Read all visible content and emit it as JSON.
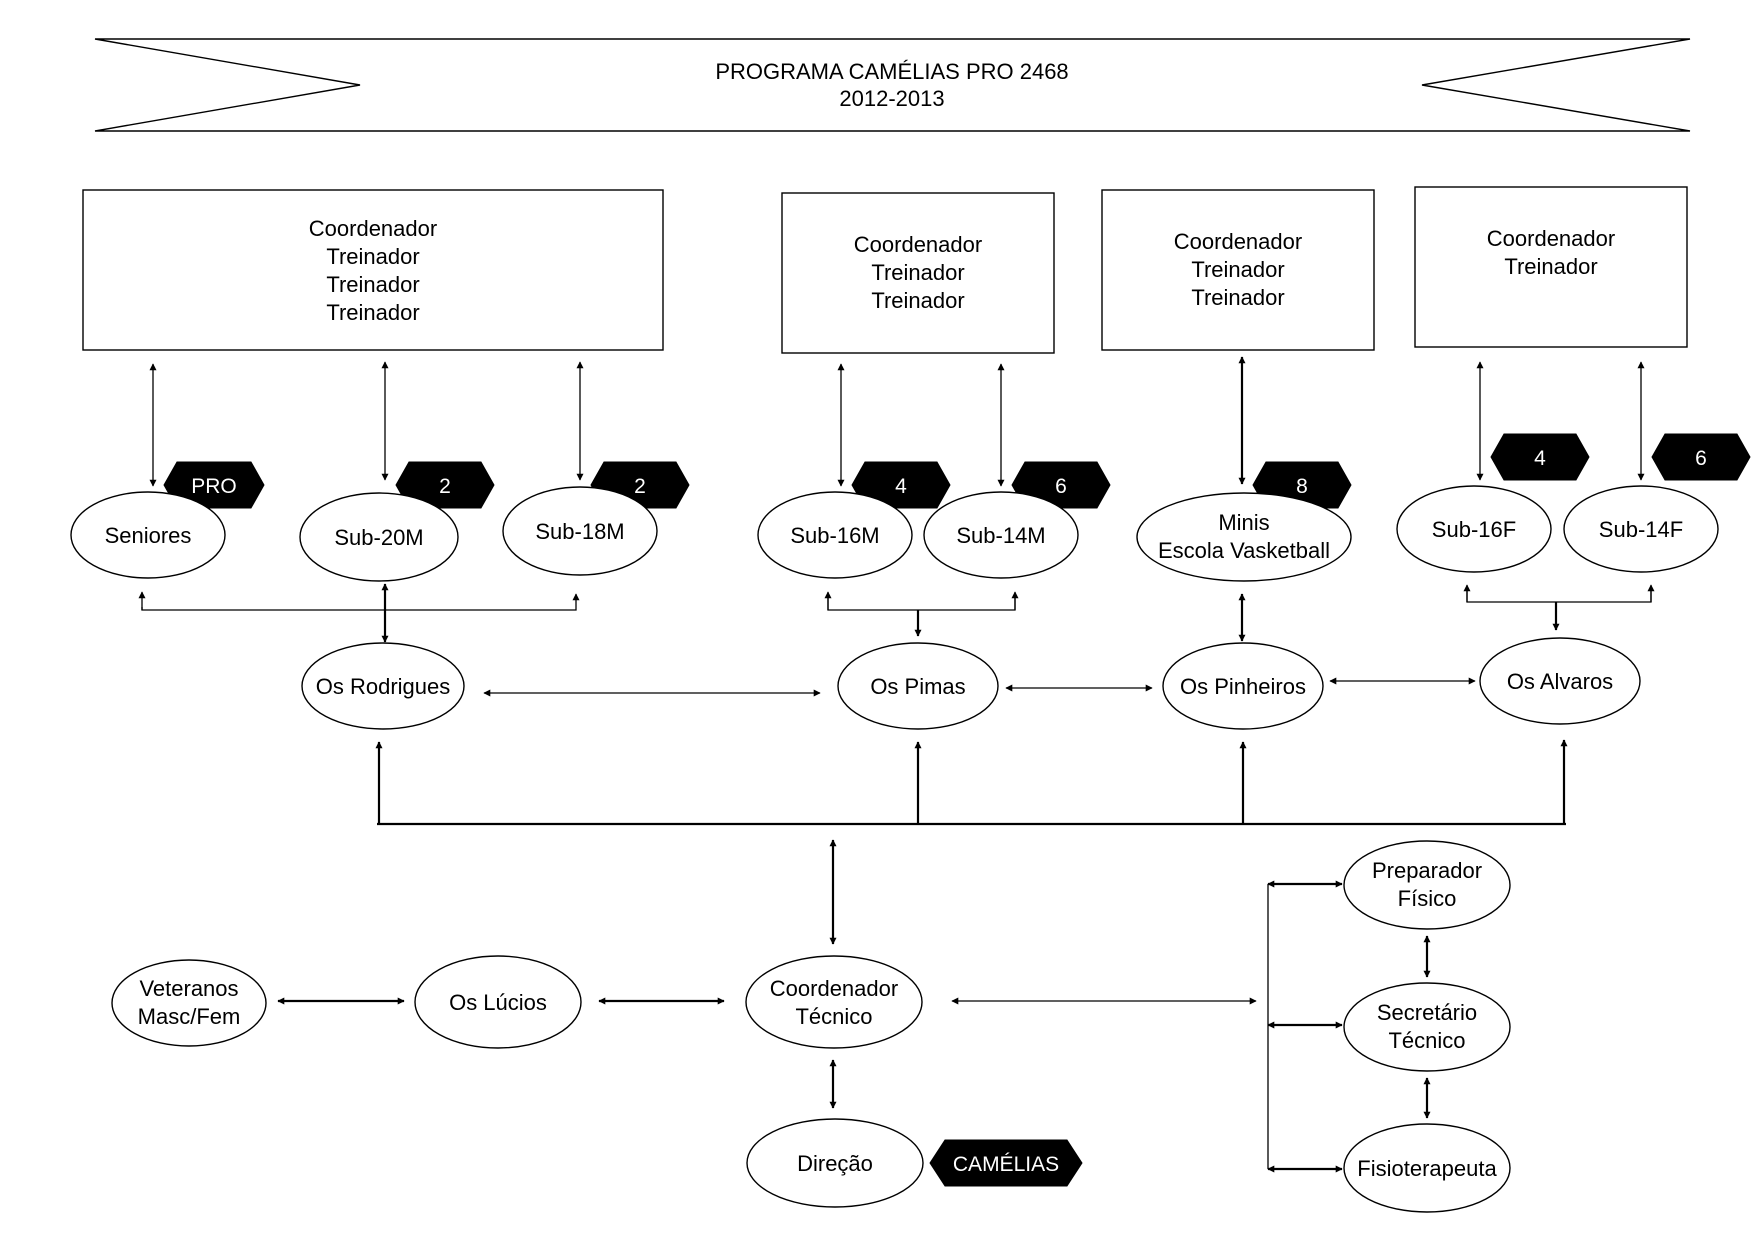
{
  "title": {
    "line1": "PROGRAMA CAMÉLIAS PRO 2468",
    "line2": "2012-2013"
  },
  "staff_boxes": [
    {
      "lines": [
        "Coordenador",
        "Treinador",
        "Treinador",
        "Treinador"
      ]
    },
    {
      "lines": [
        "Coordenador",
        "Treinador",
        "Treinador"
      ]
    },
    {
      "lines": [
        "Coordenador",
        "Treinador",
        "Treinador"
      ]
    },
    {
      "lines": [
        "Coordenador",
        "Treinador"
      ]
    }
  ],
  "badges": [
    "PRO",
    "2",
    "2",
    "4",
    "6",
    "8",
    "4",
    "6",
    "CAMÉLIAS"
  ],
  "teams": [
    {
      "lines": [
        "Seniores"
      ]
    },
    {
      "lines": [
        "Sub-20M"
      ]
    },
    {
      "lines": [
        "Sub-18M"
      ]
    },
    {
      "lines": [
        "Sub-16M"
      ]
    },
    {
      "lines": [
        "Sub-14M"
      ]
    },
    {
      "lines": [
        "Minis",
        "Escola Vasketball"
      ]
    },
    {
      "lines": [
        "Sub-16F"
      ]
    },
    {
      "lines": [
        "Sub-14F"
      ]
    }
  ],
  "groups": [
    {
      "lines": [
        "Os Rodrigues"
      ]
    },
    {
      "lines": [
        "Os Pimas"
      ]
    },
    {
      "lines": [
        "Os Pinheiros"
      ]
    },
    {
      "lines": [
        "Os Alvaros"
      ]
    }
  ],
  "bottom_nodes": [
    {
      "lines": [
        "Veteranos",
        "Masc/Fem"
      ]
    },
    {
      "lines": [
        "Os Lúcios"
      ]
    },
    {
      "lines": [
        "Coordenador",
        "Técnico"
      ]
    },
    {
      "lines": [
        "Direção"
      ]
    },
    {
      "lines": [
        "Preparador",
        "Físico"
      ]
    },
    {
      "lines": [
        "Secretário",
        "Técnico"
      ]
    },
    {
      "lines": [
        "Fisioterapeuta"
      ]
    }
  ]
}
